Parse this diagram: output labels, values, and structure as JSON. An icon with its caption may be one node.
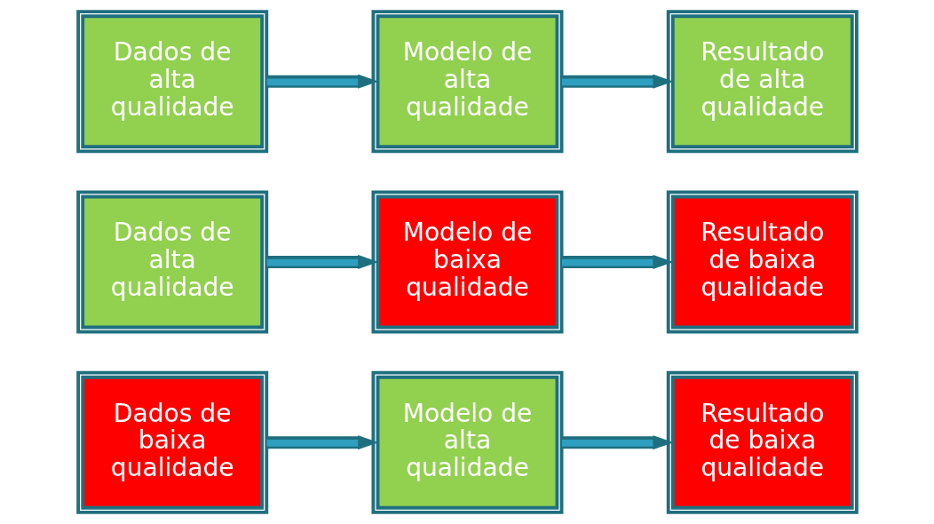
{
  "diagram": {
    "nodes": [
      {
        "text": [
          "Dados de baixa qualidade"
        ]
      },
      {
        "text": [
          "Modelo de alta qualidade"
        ]
      },
      {
        "text": [
          "Resultado de baixa qualidade"
        ]
      },
      {
        "text": [
          "Dados de alta qualidade"
        ]
      },
      {
        "text": [
          "Modelo de baixa qualidade"
        ]
      },
      {
        "text": [
          "Resultado de baixa qualidade"
        ]
      },
      {
        "text": [
          "Dados de alta qualidade"
        ]
      },
      {
        "text": [
          "Modelo de alta qualidade"
        ]
      },
      {
        "text": [
          "Resultado de alta qualidade"
        ]
      }
    ],
    "edges": [
      {
        "from": 0,
        "to": 1,
        "arrow": "to"
      },
      {
        "from": 1,
        "to": 2,
        "arrow": "to"
      },
      {
        "from": 3,
        "to": 4,
        "arrow": "to"
      },
      {
        "from": 4,
        "to": 5,
        "arrow": "to"
      },
      {
        "from": 6,
        "to": 7,
        "arrow": "to"
      },
      {
        "from": 7,
        "to": 8,
        "arrow": "to"
      }
    ]
  }
}
